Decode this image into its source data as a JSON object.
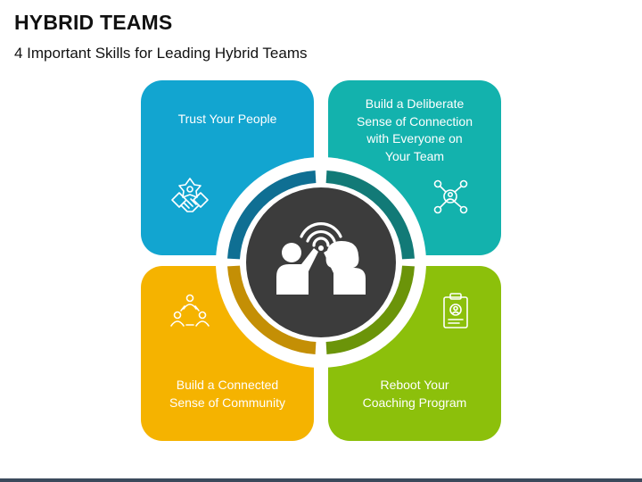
{
  "header": {
    "title": "HYBRID TEAMS",
    "subtitle": "4 Important Skills for Leading Hybrid Teams"
  },
  "cards": [
    {
      "label": "Trust Your People",
      "color": "#12a5d0",
      "ring_color": "#0f6f93",
      "icon": "handshake-icon"
    },
    {
      "label": "Build a Deliberate\nSense of Connection\nwith Everyone on\nYour Team",
      "color": "#13b2ad",
      "ring_color": "#127a77",
      "icon": "network-icon"
    },
    {
      "label": "Build a Connected\nSense of Community",
      "color": "#f5b300",
      "ring_color": "#c48f05",
      "icon": "community-icon"
    },
    {
      "label": "Reboot Your\nCoaching Program",
      "color": "#8cc00b",
      "ring_color": "#6b9409",
      "icon": "clipboard-icon"
    }
  ],
  "center": {
    "icon": "high-five-icon",
    "color": "#3c3c3c"
  }
}
